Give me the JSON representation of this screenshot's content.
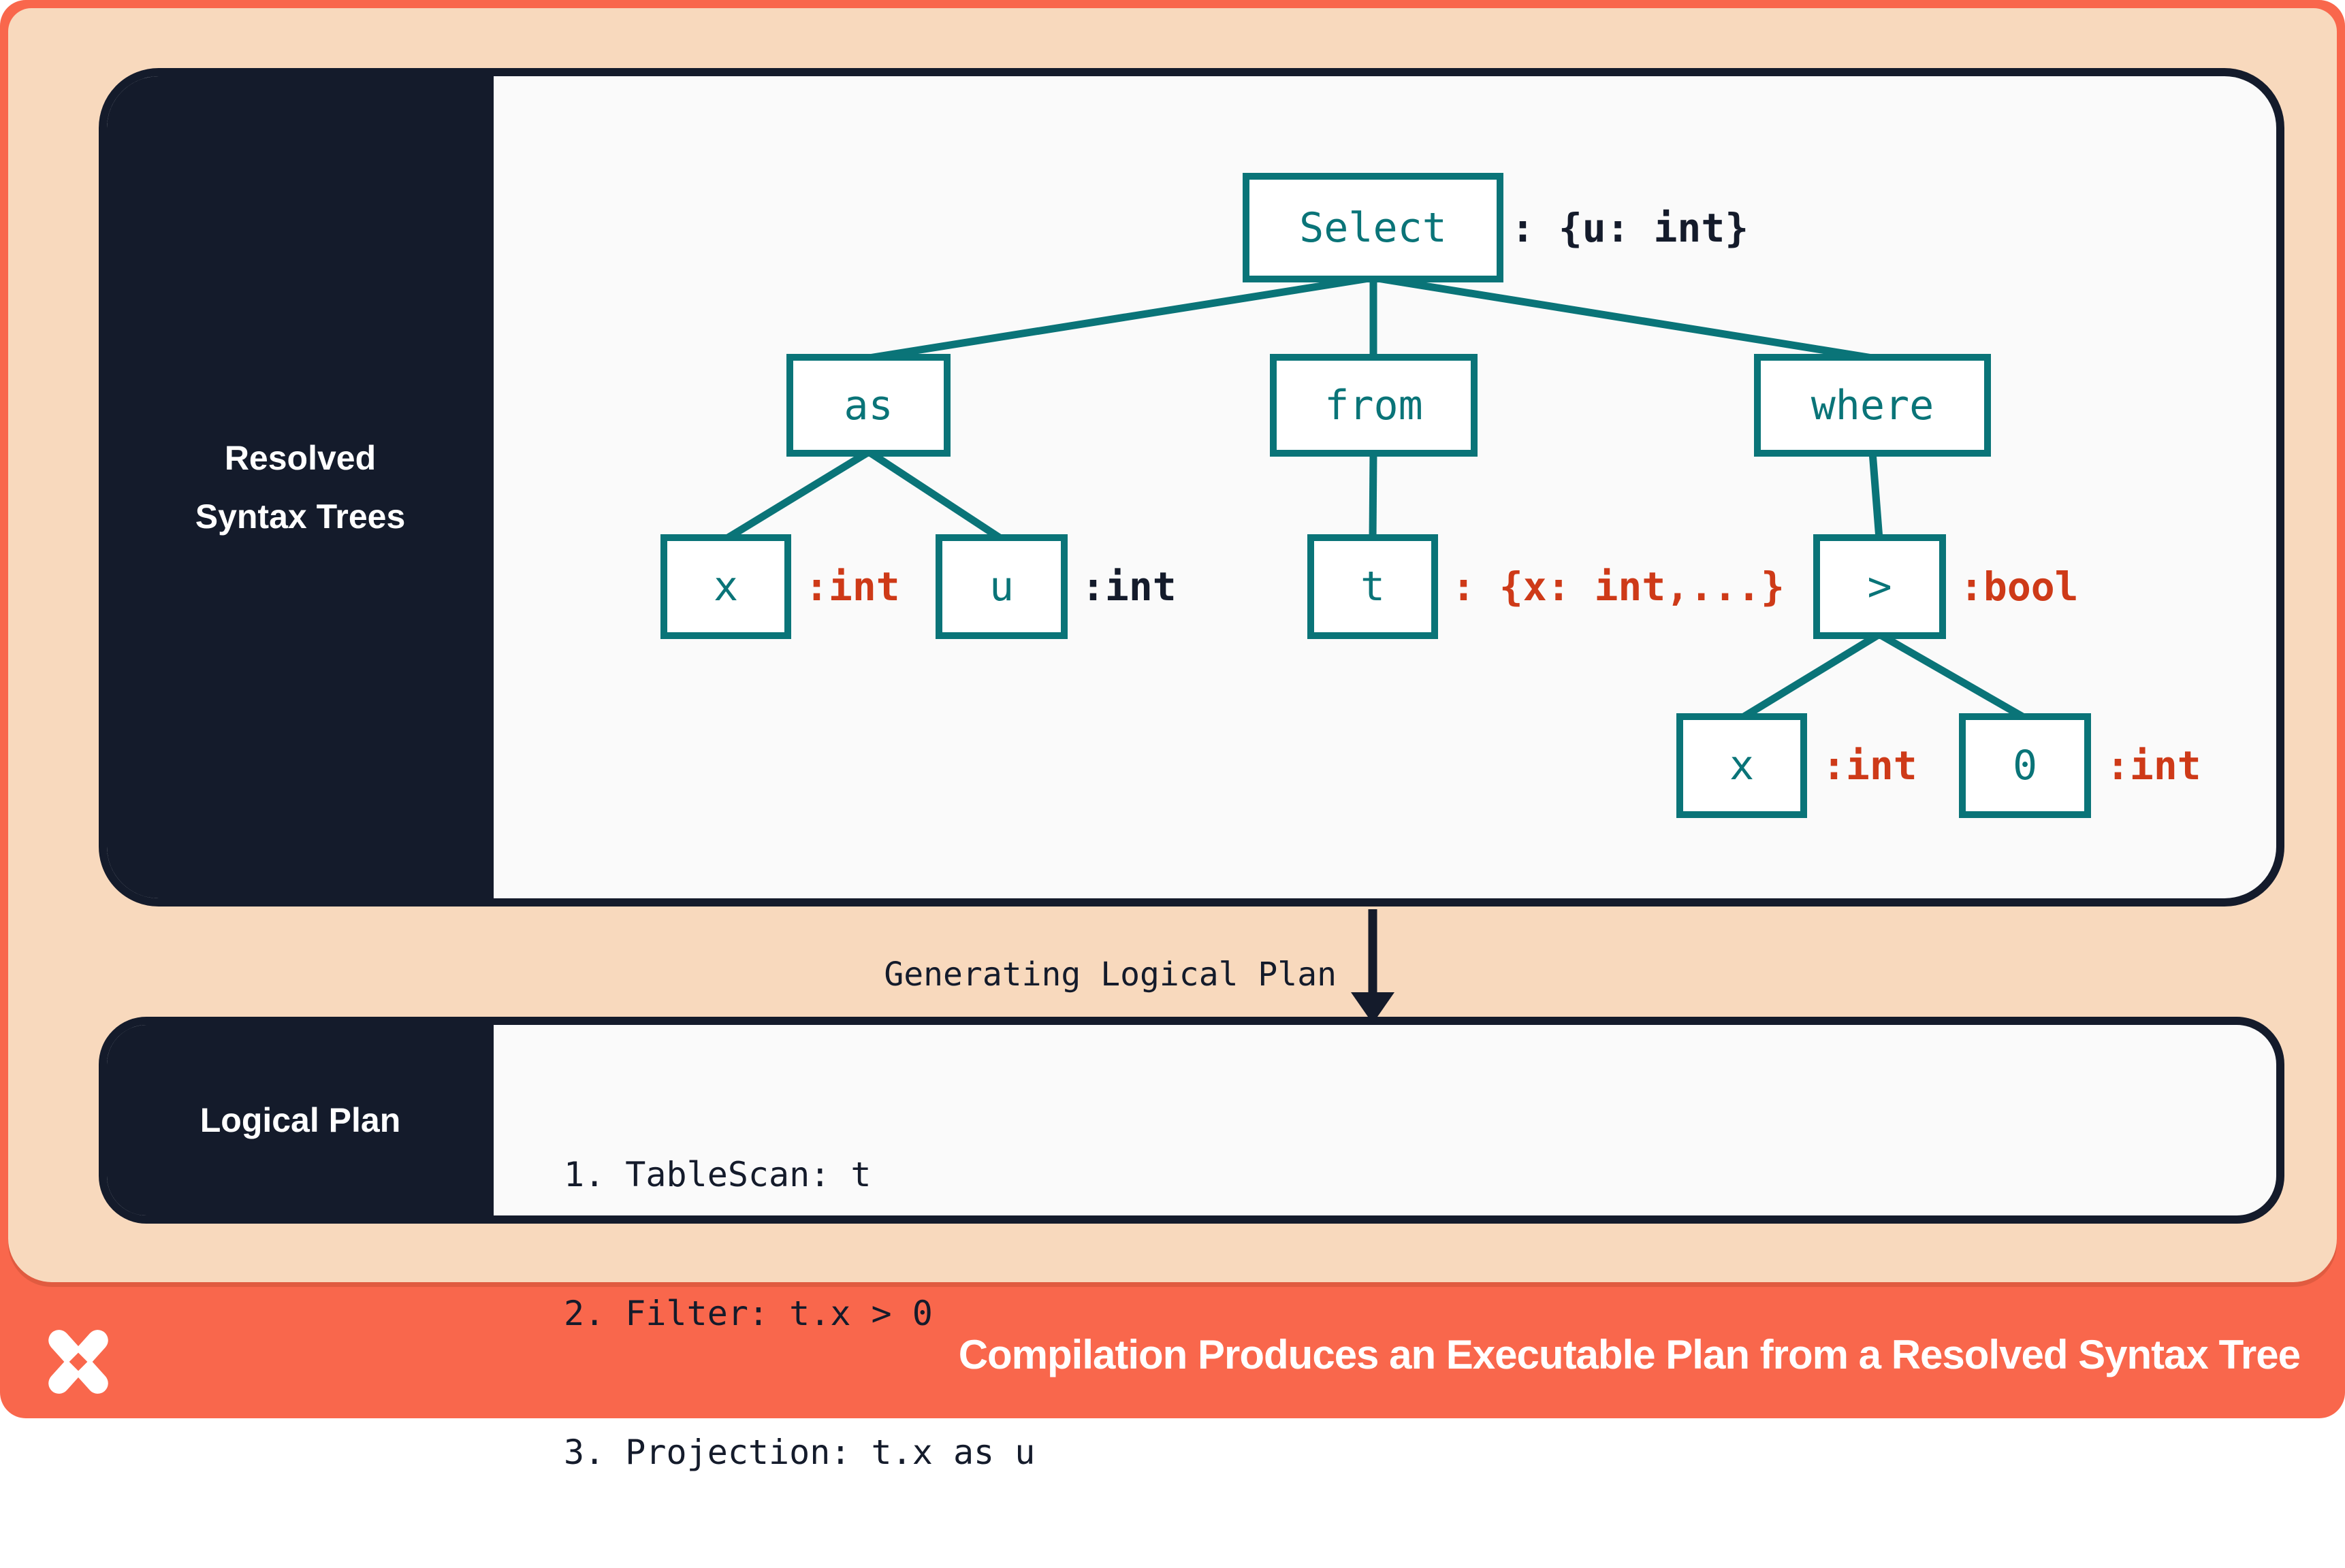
{
  "colors": {
    "coral": "#F9674C",
    "peach": "#F8D9BD",
    "navy": "#141B2B",
    "teal": "#0A7478",
    "red": "#CE3A18",
    "panel_bg": "#FAFAFA",
    "white": "#FFFFFF"
  },
  "syntax_panel": {
    "label_line1": "Resolved",
    "label_line2": "Syntax Trees",
    "tree": {
      "select": {
        "label": "Select",
        "annotation": ": {u: int}"
      },
      "as": {
        "label": "as"
      },
      "from": {
        "label": "from"
      },
      "where": {
        "label": "where"
      },
      "x1": {
        "label": "x",
        "annotation": ":int"
      },
      "u": {
        "label": "u",
        "annotation": ":int"
      },
      "t": {
        "label": "t",
        "annotation": ": {x: int,...}"
      },
      "gt": {
        "label": ">",
        "annotation": ":bool"
      },
      "x2": {
        "label": "x",
        "annotation": ":int"
      },
      "zero": {
        "label": "0",
        "annotation": ":int"
      }
    }
  },
  "transition": {
    "label": "Generating Logical Plan"
  },
  "logical_panel": {
    "label": "Logical Plan",
    "steps": [
      "1. TableScan: t",
      "2. Filter: t.x > 0",
      "3. Projection: t.x as u"
    ]
  },
  "footer": {
    "caption": "Compilation Produces an Executable Plan from a Resolved Syntax Tree",
    "logo": "four-point-star-logo"
  }
}
